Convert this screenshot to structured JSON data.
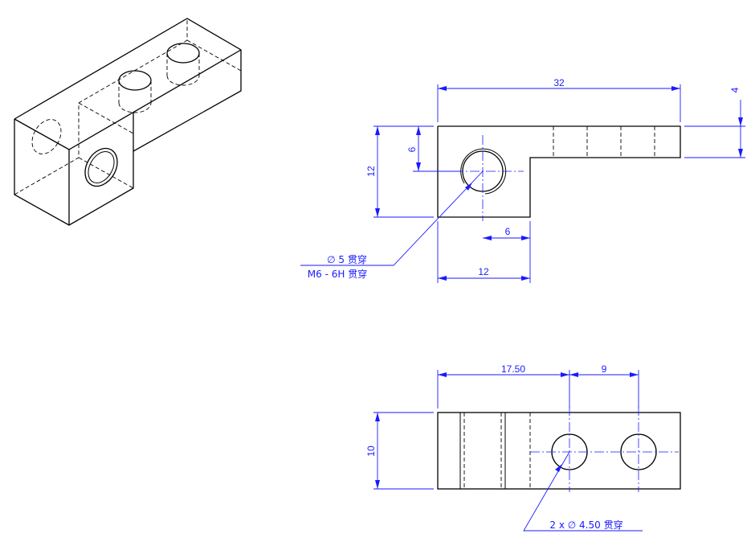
{
  "drawing": {
    "front_view": {
      "dim_overall_width": "32",
      "dim_tab_height": "4",
      "dim_overall_height": "12",
      "dim_hole_center_height": "6",
      "dim_hole_center_x": "6",
      "dim_block_width": "12",
      "hole_note_line1": "∅ 5 贯穿",
      "hole_note_line2": "M6 - 6H 贯穿"
    },
    "top_view": {
      "dim_hole_offset": "17.50",
      "dim_hole_spacing": "9",
      "dim_depth": "10",
      "hole_note": "2 x ∅ 4.50 贯穿"
    }
  },
  "colors": {
    "outline": "#000000",
    "dimension": "#1a1aff"
  }
}
